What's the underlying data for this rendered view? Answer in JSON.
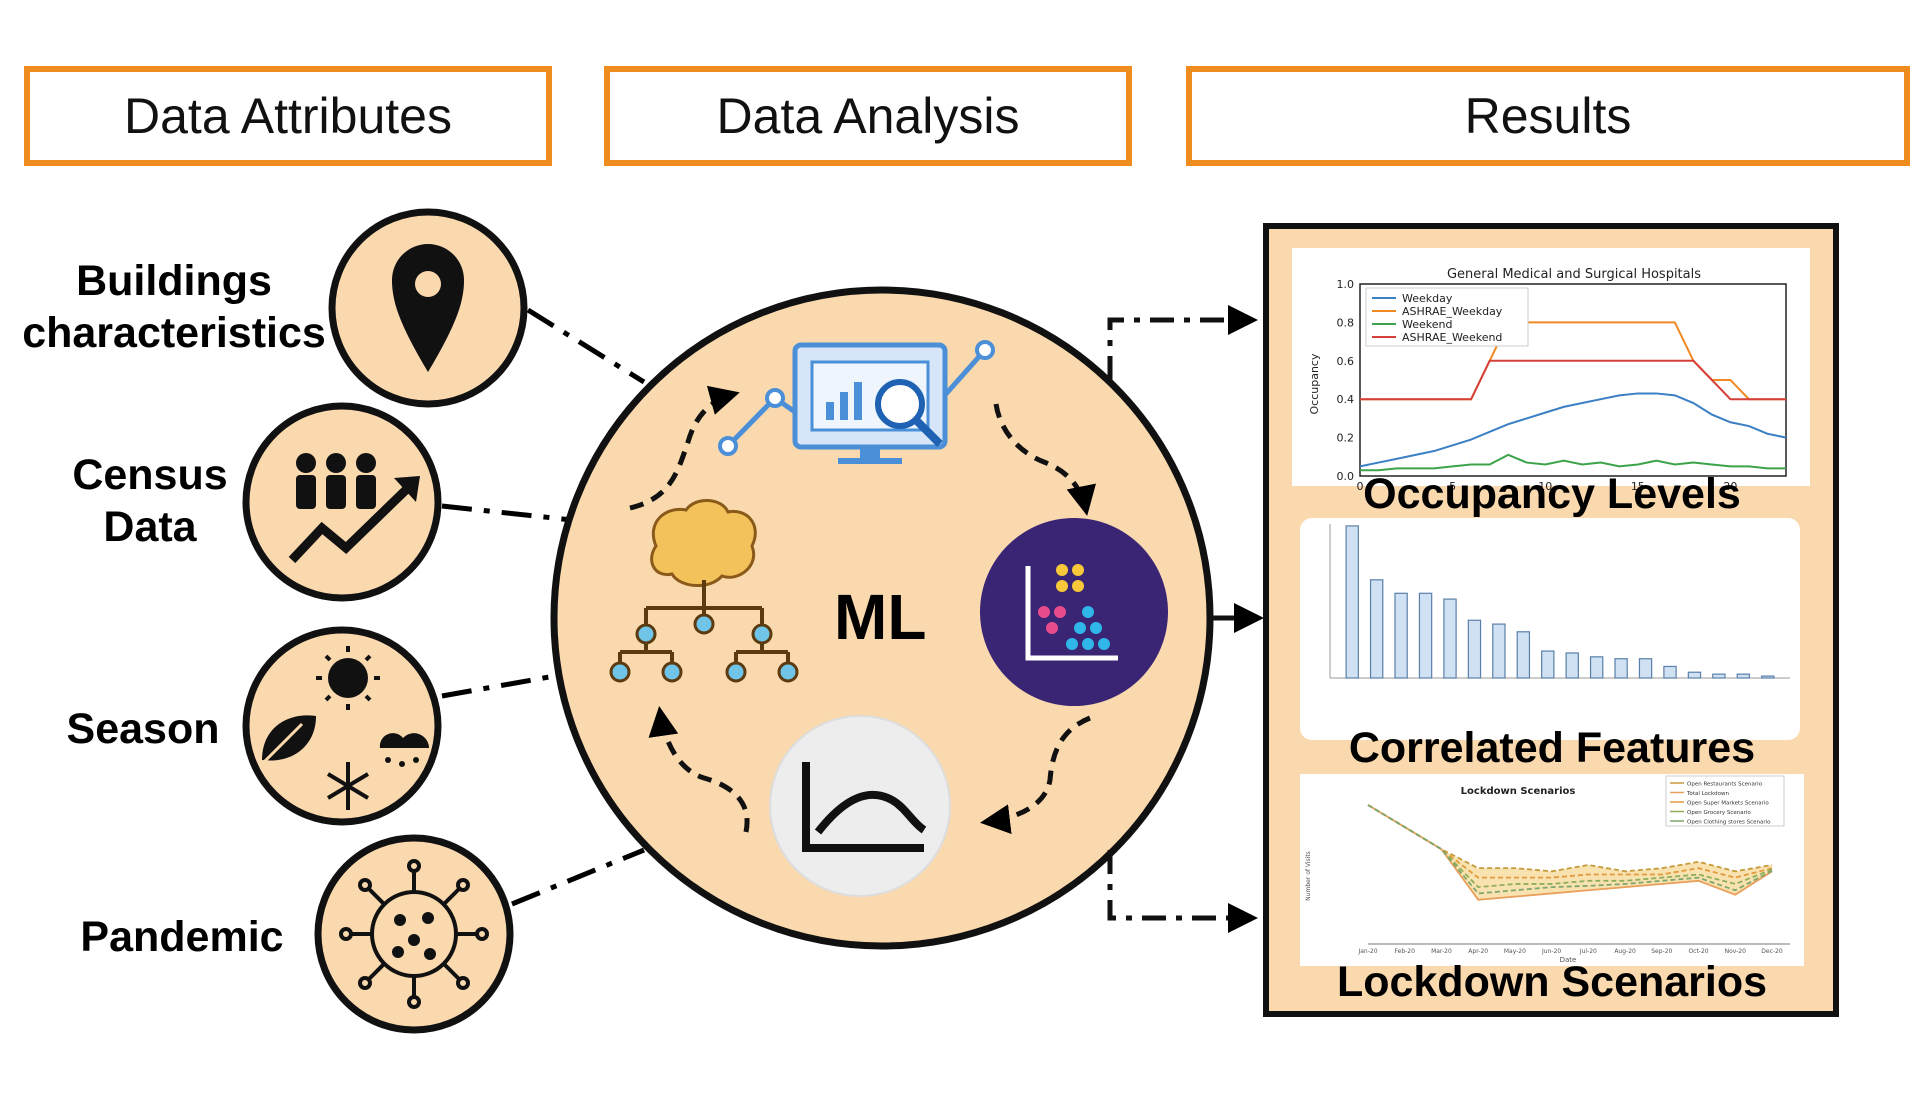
{
  "headers": {
    "attributes": "Data Attributes",
    "analysis": "Data Analysis",
    "results": "Results"
  },
  "attributes": [
    {
      "line1": "Buildings",
      "line2": "characteristics",
      "icon": "location-pin-icon"
    },
    {
      "line1": "Census",
      "line2": "Data",
      "icon": "people-growth-icon"
    },
    {
      "line1": "Season",
      "line2": "",
      "icon": "weather-season-icon"
    },
    {
      "line1": "Pandemic",
      "line2": "",
      "icon": "virus-icon"
    }
  ],
  "center": {
    "label": "ML",
    "icons": [
      "analytics-monitor-icon",
      "cluster-scatter-icon",
      "distribution-curve-icon",
      "brain-network-icon"
    ]
  },
  "results": {
    "occupancy": {
      "caption": "Occupancy Levels",
      "chart_data": {
        "type": "line",
        "title": "General Medical and Surgical Hospitals",
        "ylabel": "Occupancy",
        "xlabel": "",
        "ylim": [
          0,
          1.0
        ],
        "xlim": [
          0,
          23
        ],
        "yticks": [
          "0.0",
          "0.2",
          "0.4",
          "0.6",
          "0.8",
          "1.0"
        ],
        "xticks": [
          "0",
          "5",
          "10",
          "15",
          "20"
        ],
        "x": [
          0,
          1,
          2,
          3,
          4,
          5,
          6,
          7,
          8,
          9,
          10,
          11,
          12,
          13,
          14,
          15,
          16,
          17,
          18,
          19,
          20,
          21,
          22,
          23
        ],
        "series": [
          {
            "name": "Weekday",
            "color": "#3B7FC4",
            "values": [
              0.05,
              0.07,
              0.09,
              0.11,
              0.13,
              0.16,
              0.19,
              0.23,
              0.27,
              0.3,
              0.33,
              0.36,
              0.38,
              0.4,
              0.42,
              0.43,
              0.43,
              0.42,
              0.38,
              0.32,
              0.28,
              0.26,
              0.22,
              0.2
            ]
          },
          {
            "name": "ASHRAE_Weekday",
            "color": "#F08A24",
            "values": [
              0.4,
              0.4,
              0.4,
              0.4,
              0.4,
              0.4,
              0.4,
              0.6,
              0.8,
              0.8,
              0.8,
              0.8,
              0.8,
              0.8,
              0.8,
              0.8,
              0.8,
              0.8,
              0.6,
              0.5,
              0.5,
              0.4,
              0.4,
              0.4
            ]
          },
          {
            "name": "Weekend",
            "color": "#3CA34A",
            "values": [
              0.03,
              0.03,
              0.04,
              0.04,
              0.04,
              0.05,
              0.06,
              0.06,
              0.11,
              0.07,
              0.06,
              0.08,
              0.06,
              0.07,
              0.05,
              0.06,
              0.08,
              0.06,
              0.07,
              0.06,
              0.05,
              0.05,
              0.04,
              0.04
            ]
          },
          {
            "name": "ASHRAE_Weekend",
            "color": "#D6403A",
            "values": [
              0.4,
              0.4,
              0.4,
              0.4,
              0.4,
              0.4,
              0.4,
              0.6,
              0.6,
              0.6,
              0.6,
              0.6,
              0.6,
              0.6,
              0.6,
              0.6,
              0.6,
              0.6,
              0.6,
              0.5,
              0.4,
              0.4,
              0.4,
              0.4
            ]
          }
        ]
      }
    },
    "correlated": {
      "caption": "Correlated Features",
      "chart_data": {
        "type": "bar",
        "values": [
          0.79,
          0.51,
          0.44,
          0.44,
          0.41,
          0.3,
          0.28,
          0.24,
          0.14,
          0.13,
          0.11,
          0.1,
          0.1,
          0.06,
          0.03,
          0.02,
          0.02,
          0.01
        ],
        "ylim": [
          0,
          0.8
        ]
      }
    },
    "lockdown": {
      "caption": "Lockdown Scenarios",
      "chart_data": {
        "type": "line",
        "title": "Lockdown Scenarios",
        "xlabel": "Date",
        "ylabel": "Number of Visits",
        "xticks": [
          "Jan-20",
          "Feb-20",
          "Mar-20",
          "Apr-20",
          "May-20",
          "Jun-20",
          "Jul-20",
          "Aug-20",
          "Sep-20",
          "Oct-20",
          "Nov-20",
          "Dec-20"
        ],
        "ylim": [
          0,
          2500000
        ],
        "series": [
          {
            "name": "Open Restaurants Scenario",
            "color": "#C69A3A",
            "values": [
              2200000,
              1850000,
              1500000,
              1200000,
              1200000,
              1150000,
              1250000,
              1150000,
              1200000,
              1300000,
              1150000,
              1250000
            ]
          },
          {
            "name": "Total Lockdown",
            "color": "#E9A05C",
            "values": [
              2200000,
              1850000,
              1500000,
              700000,
              750000,
              800000,
              850000,
              900000,
              950000,
              1000000,
              780000,
              1150000
            ]
          },
          {
            "name": "Open Super Markets Scenario",
            "color": "#E29A3A",
            "values": [
              2200000,
              1850000,
              1500000,
              1050000,
              1050000,
              1050000,
              1100000,
              1100000,
              1100000,
              1200000,
              1050000,
              1200000
            ]
          },
          {
            "name": "Open Grocery Scenario",
            "color": "#8FAE5A",
            "values": [
              2200000,
              1850000,
              1500000,
              900000,
              950000,
              950000,
              1000000,
              1000000,
              1050000,
              1100000,
              950000,
              1180000
            ]
          },
          {
            "name": "Open Clothing stores Scenario",
            "color": "#7FA66A",
            "values": [
              2200000,
              1850000,
              1500000,
              800000,
              850000,
              900000,
              920000,
              950000,
              1000000,
              1050000,
              850000,
              1160000
            ]
          }
        ]
      }
    }
  }
}
